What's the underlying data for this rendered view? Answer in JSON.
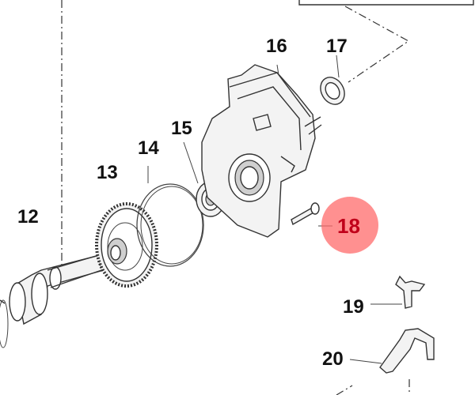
{
  "diagram": {
    "highlight_color": "#ff6b6b",
    "labels": {
      "p12": "12",
      "p13": "13",
      "p14": "14",
      "p15": "15",
      "p16": "16",
      "p17": "17",
      "p18": "18",
      "p19": "19",
      "p20": "20"
    },
    "highlighted": "18"
  }
}
